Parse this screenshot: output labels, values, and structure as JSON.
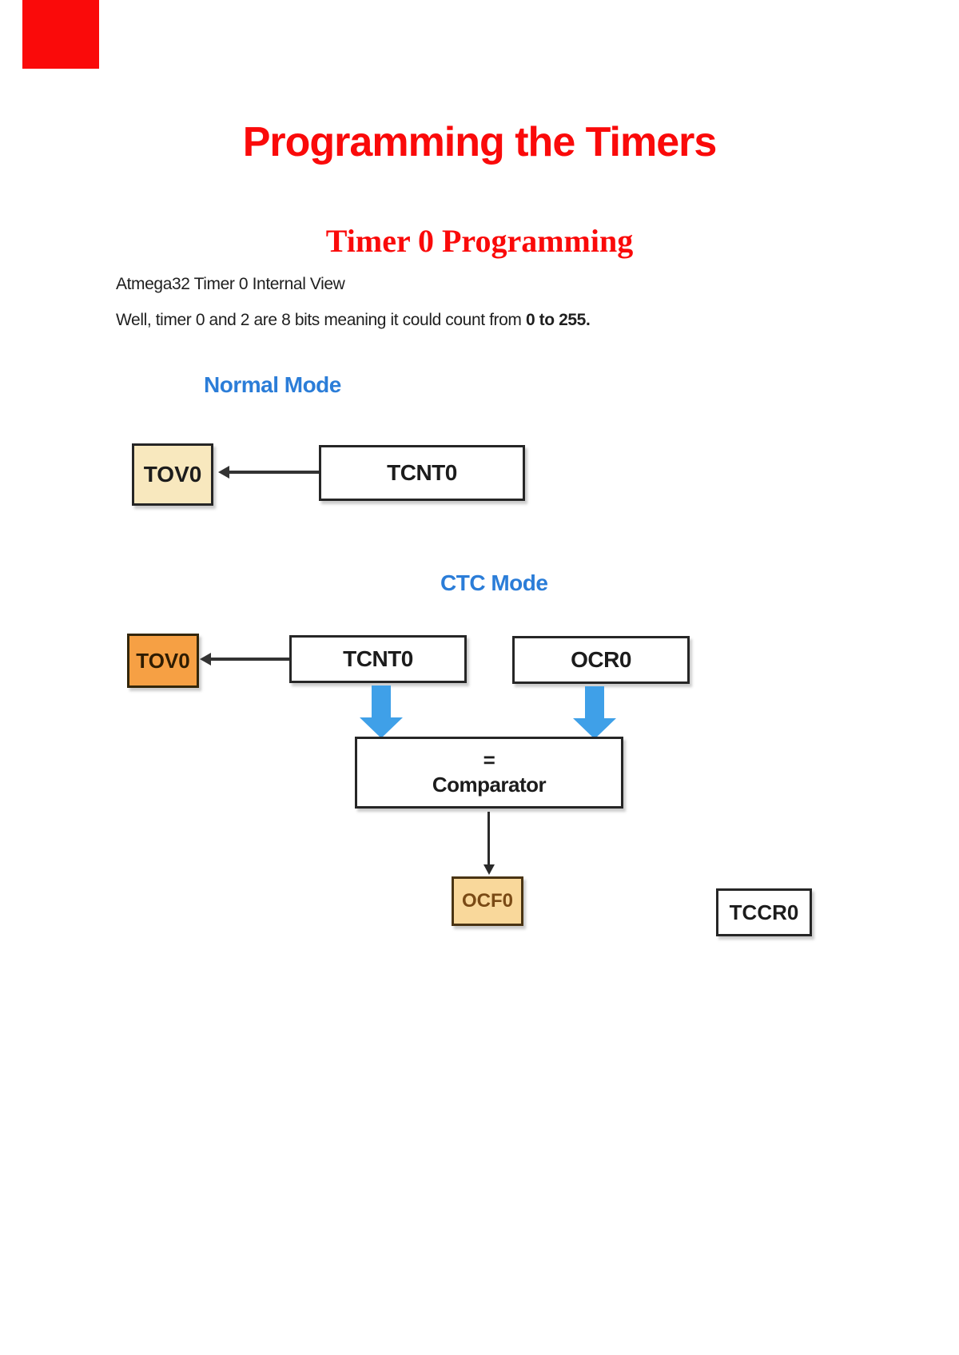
{
  "page": {
    "title": "Programming the Timers",
    "subtitle": "Timer 0 Programming"
  },
  "intro": {
    "line1": "Atmega32 Timer 0 Internal View",
    "line2_prefix": "Well, timer 0 and 2 are 8 bits meaning it could count from ",
    "line2_bold": "0 to 255."
  },
  "colors": {
    "title_red": "#fa0a0a",
    "heading_blue": "#2b7dd8",
    "arrow_blue": "#3fa0e8",
    "normal_tov0_fill": "#f8e8be",
    "ctc_tov0_fill": "#f6a044",
    "ocf0_fill": "#f9d89b"
  },
  "normal_mode": {
    "heading": "Normal Mode",
    "tov0": "TOV0",
    "tcnt0": "TCNT0"
  },
  "ctc_mode": {
    "heading": "CTC Mode",
    "tov0": "TOV0",
    "tcnt0": "TCNT0",
    "ocr0": "OCR0",
    "comparator_equals": "=",
    "comparator": "Comparator",
    "ocf0": "OCF0",
    "tccr0": "TCCR0"
  }
}
